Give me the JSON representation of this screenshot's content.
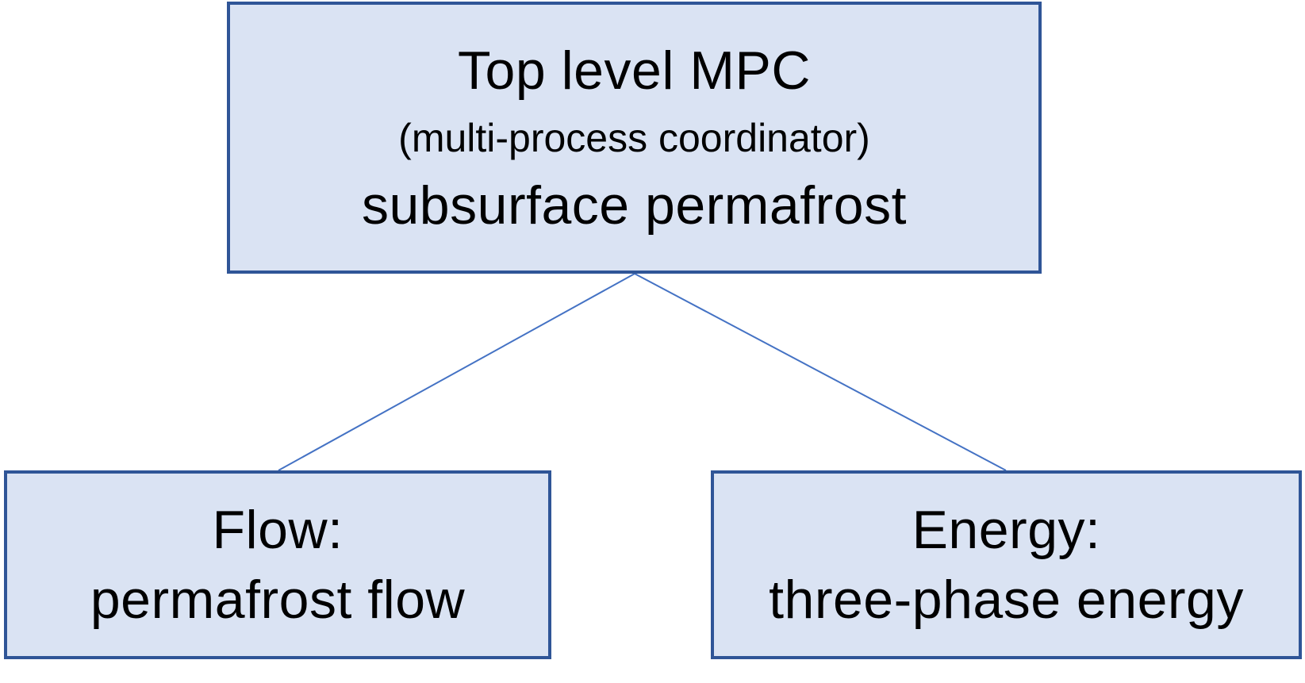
{
  "diagram": {
    "colors": {
      "box_fill": "#dae3f3",
      "box_border": "#2f5597",
      "connector": "#4472c4",
      "text": "#000000"
    },
    "top_node": {
      "line1": "Top level MPC",
      "line2": "(multi-process coordinator)",
      "line3": "subsurface permafrost"
    },
    "left_child": {
      "line1": "Flow:",
      "line2": "permafrost flow"
    },
    "right_child": {
      "line1": "Energy:",
      "line2": "three-phase energy"
    }
  }
}
